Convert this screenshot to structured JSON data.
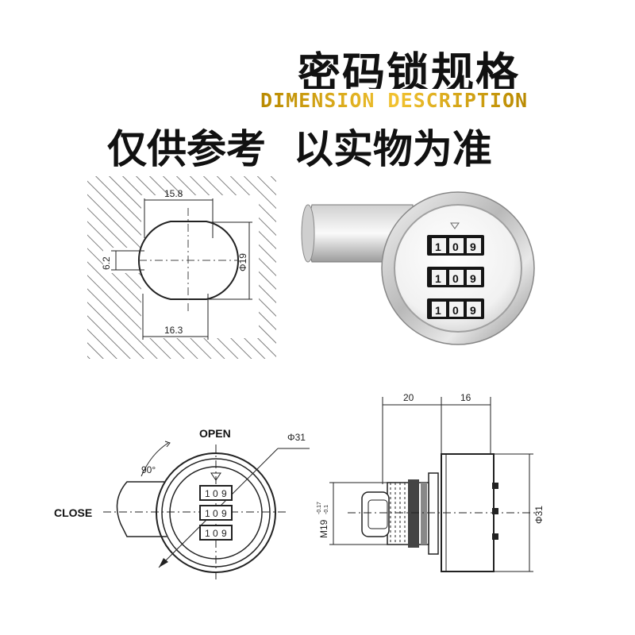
{
  "header": {
    "title_cn": "密码锁规格",
    "title_en": "DIMENSION DESCRIPTION",
    "subtitle": "仅供参考  以实物为准",
    "accent_color": "#d4a300"
  },
  "cutout_drawing": {
    "width_top": "15.8",
    "width_bottom": "16.3",
    "flat_height": "6.2",
    "diameter": "Φ19"
  },
  "product_photo": {
    "dial_rows": [
      [
        "1",
        "0",
        "9"
      ],
      [
        "1",
        "0",
        "9"
      ],
      [
        "1",
        "0",
        "9"
      ]
    ]
  },
  "front_view": {
    "open_label": "OPEN",
    "close_label": "CLOSE",
    "angle_label": "90°",
    "diameter_label": "Φ31",
    "dial_rows": [
      [
        "1",
        "0",
        "9"
      ],
      [
        "1",
        "0",
        "9"
      ],
      [
        "1",
        "0",
        "9"
      ]
    ]
  },
  "side_view": {
    "length_body": "20",
    "length_front": "16",
    "thread_label": "M19",
    "thread_tolerance_top": "-0.17",
    "thread_tolerance_bottom": "-0.1",
    "diameter_label": "Φ31"
  }
}
